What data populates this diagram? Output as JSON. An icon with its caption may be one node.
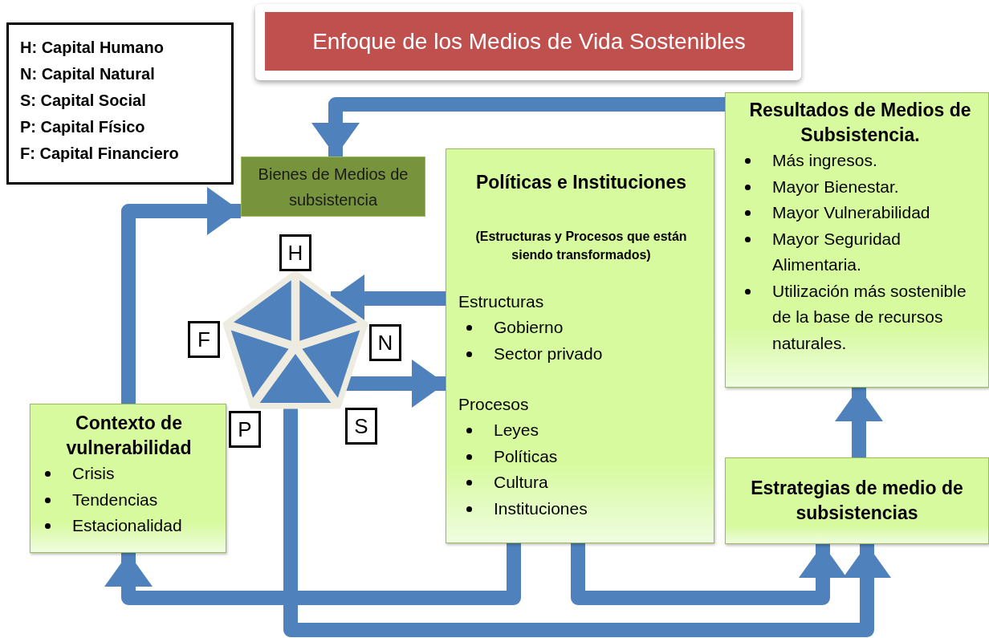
{
  "diagram": {
    "title": "Enfoque de los Medios de Vida Sostenibles",
    "nodes": [
      {
        "text": [
          "H: Capital Humano",
          "N: Capital Natural",
          "S: Capital Social",
          "P: Capital Físico",
          "F: Capital Financiero"
        ]
      },
      {
        "text": [
          "Bienes de Medios de subsistencia"
        ]
      },
      {
        "text": [
          "Políticas e Instituciones",
          "(Estructuras y Procesos que están siendo transformados)",
          "Estructuras",
          "Gobierno",
          "Sector privado",
          "Procesos",
          "Leyes",
          "Políticas",
          "Cultura",
          "Instituciones"
        ]
      },
      {
        "text": [
          "Resultados de Medios de Subsistencia.",
          "Más ingresos.",
          "Mayor Bienestar.",
          "Mayor Vulnerabilidad",
          "Mayor Seguridad Alimentaria.",
          "Utilización más sostenible de la base de recursos naturales."
        ]
      },
      {
        "text": [],
        "shape": "pentagon"
      },
      {
        "text": [
          "H"
        ]
      },
      {
        "text": [
          "F"
        ]
      },
      {
        "text": [
          "N"
        ]
      },
      {
        "text": [
          "P"
        ]
      },
      {
        "text": [
          "S"
        ]
      },
      {
        "text": [
          "Contexto de vulnerabilidad",
          "Crisis",
          "Tendencias",
          "Estacionalidad"
        ]
      },
      {
        "text": [
          "Estrategias de medio de subsistencias"
        ]
      }
    ],
    "edges": [
      {
        "from": 3,
        "to": 1,
        "arrow": "to"
      },
      {
        "from": 10,
        "to": 1,
        "arrow": "to"
      },
      {
        "from": 2,
        "to": 4,
        "arrow": "to"
      },
      {
        "from": 4,
        "to": 2,
        "arrow": "to"
      },
      {
        "from": 2,
        "to": 10,
        "arrow": "to"
      },
      {
        "from": 2,
        "to": 11,
        "arrow": "to"
      },
      {
        "from": 4,
        "to": 11,
        "arrow": "to"
      },
      {
        "from": 11,
        "to": 3,
        "arrow": "to"
      }
    ]
  }
}
